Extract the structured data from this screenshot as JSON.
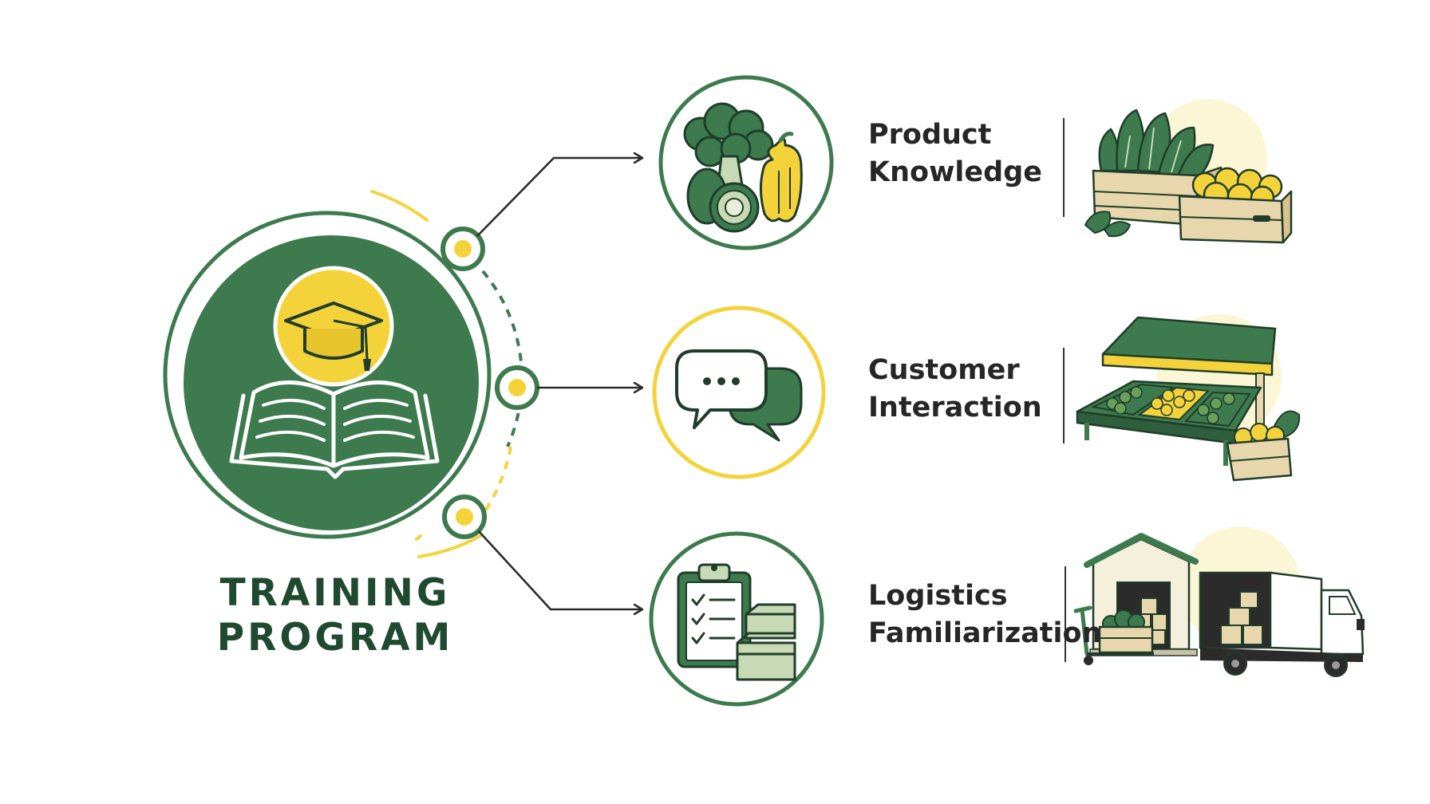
{
  "diagram": {
    "title": {
      "line1": "TRAINING",
      "line2": "PROGRAM"
    },
    "branches": [
      {
        "line1": "Product",
        "line2": "Knowledge"
      },
      {
        "line1": "Customer",
        "line2": "Interaction"
      },
      {
        "line1": "Logistics",
        "line2": "Familiarization"
      }
    ],
    "icons": {
      "hub": "open-book-graduation-cap-icon",
      "branch1": "vegetables-icon",
      "branch2": "chat-bubbles-icon",
      "branch3": "checklist-boxes-icon",
      "illustration1": "produce-crates-illustration",
      "illustration2": "market-stall-illustration",
      "illustration3": "warehouse-truck-illustration"
    }
  },
  "colors": {
    "green": "#3d7a4e",
    "dark_green": "#2e5e3c",
    "yellow": "#f4d33a",
    "light_yellow": "#fbf7d6",
    "text": "#262626",
    "line": "#2b2b2b"
  }
}
